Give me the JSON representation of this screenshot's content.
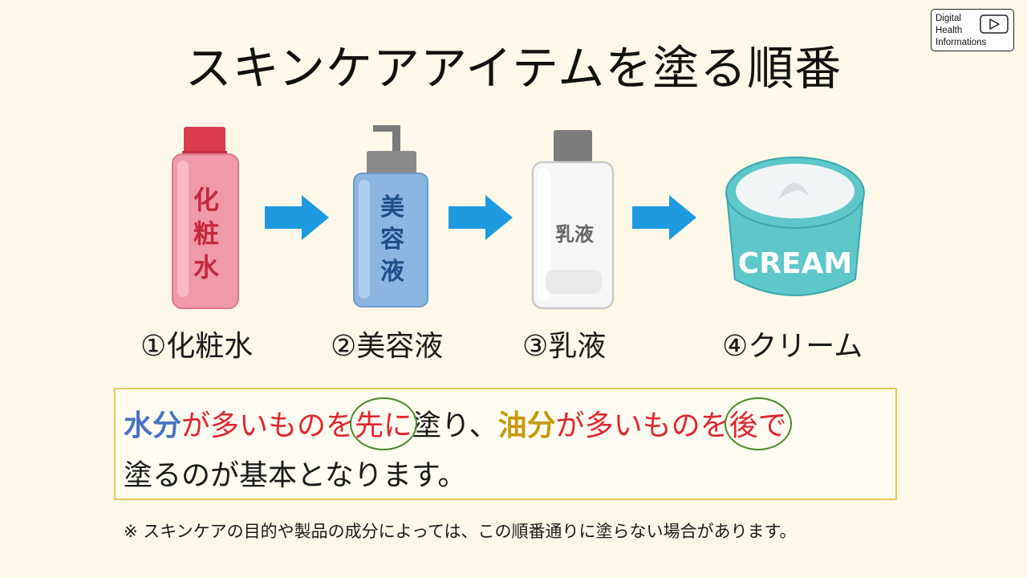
{
  "title": "スキンケアアイテムを塗る順番",
  "logo": {
    "line1": "Digital",
    "line2": "Health",
    "line3": "Informations"
  },
  "items": [
    {
      "label": "①化粧水",
      "bottle_text": [
        "化",
        "粧",
        "水"
      ],
      "color": "#ef8a9a"
    },
    {
      "label": "②美容液",
      "bottle_text": [
        "美",
        "容",
        "液"
      ],
      "color": "#8ab8e4"
    },
    {
      "label": "③乳液",
      "bottle_text": [
        "乳液"
      ],
      "color": "#f4f4f4"
    },
    {
      "label": "④クリーム",
      "bottle_text": [
        "CREAM"
      ],
      "color": "#5cc6c8"
    }
  ],
  "arrow_color": "#1e9be0",
  "message": {
    "part1": "水分",
    "part2": "が多いものを",
    "part3": "先に",
    "part4": "塗り、",
    "part5": "油分",
    "part6": "が多いものを",
    "part7": "後で",
    "line2": "塗るのが基本となります。"
  },
  "note": "※ スキンケアの目的や製品の成分によっては、この順番通りに塗らない場合があります。"
}
